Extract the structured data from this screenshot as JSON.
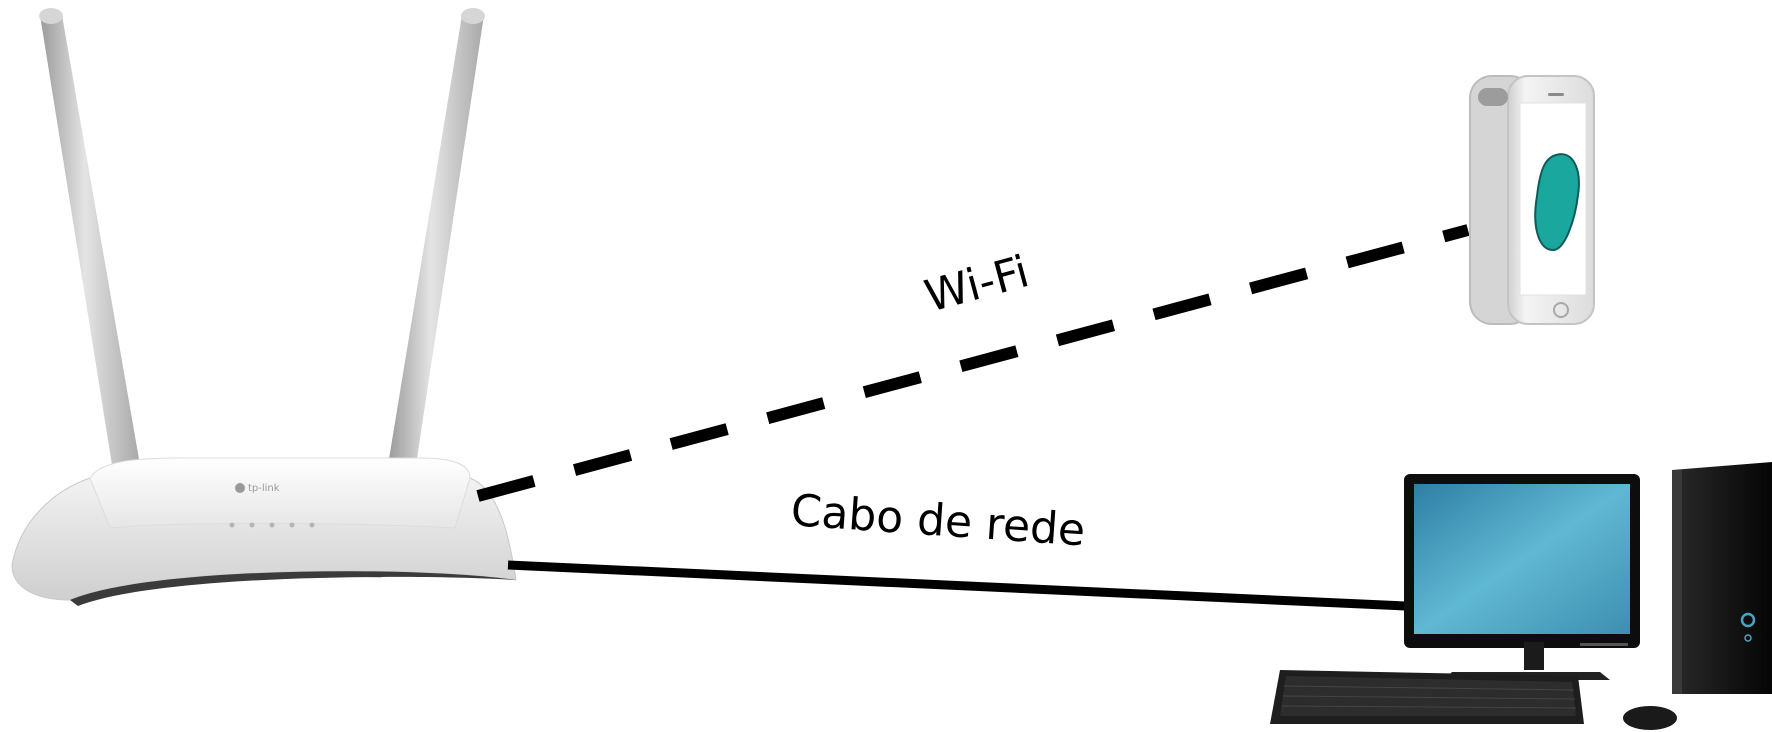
{
  "labels": {
    "wifi": "Wi-Fi",
    "cable": "Cabo de rede"
  },
  "router": {
    "brand_text": "tp-link"
  },
  "colors": {
    "background": "#ffffff",
    "link_line": "#000000",
    "router_body": "#eeeeee",
    "monitor_screen": "#4aa3c0",
    "phone_screen_logo": "#1aa89e",
    "tower": "#111111"
  }
}
